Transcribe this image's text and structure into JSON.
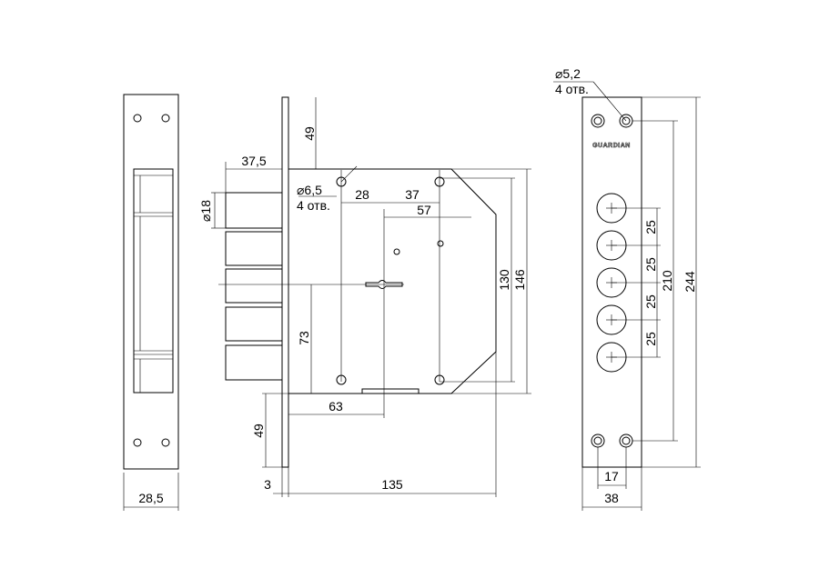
{
  "strike_plate": {
    "width_label": "28,5"
  },
  "lock_body": {
    "top_offset_label": "49",
    "bolt_projection_label": "37,5",
    "bolt_diameter_label": "⌀18",
    "hole_diameter_label": "⌀6,5",
    "hole_count_label": "4 отв.",
    "hole_spacing_label": "28",
    "spacing_37_label": "37",
    "spacing_57_label": "57",
    "body_height_130_label": "130",
    "body_height_146_label": "146",
    "spindle_height_label": "73",
    "backset_63_label": "63",
    "bottom_offset_label": "49",
    "faceplate_thickness_label": "3",
    "body_depth_label": "135"
  },
  "front_plate": {
    "hole_diameter_label": "⌀5,2",
    "hole_count_label": "4 отв.",
    "brand_text": "GUARDIAN",
    "bolt_pitch_labels": [
      "25",
      "25",
      "25",
      "25"
    ],
    "hole_spacing_210_label": "210",
    "plate_height_244_label": "244",
    "hole_spacing_17_label": "17",
    "plate_width_38_label": "38"
  }
}
